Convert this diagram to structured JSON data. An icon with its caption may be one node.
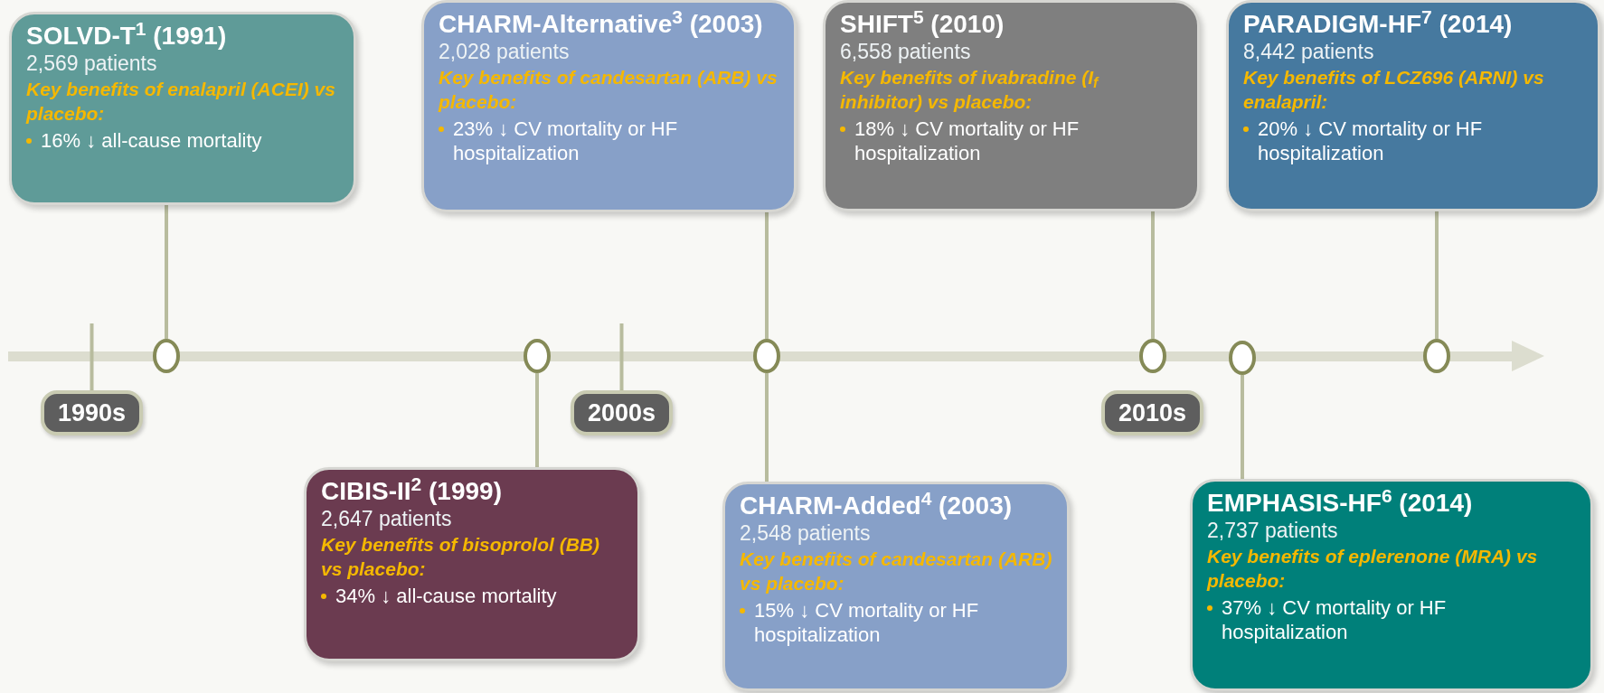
{
  "diagram": {
    "nodes": [
      {
        "text": [
          "SOLVD-T$^{1}$ (1991)",
          "2,569 patients",
          "Key benefits of enalapril (ACEI) vs placebo:",
          "16% ↓ all-cause mortality"
        ]
      },
      {
        "text": [
          "CIBIS-II$^{2}$ (1999)",
          "2,647 patients",
          "Key benefits of bisoprolol (BB) vs placebo:",
          "34% ↓ all-cause mortality"
        ]
      },
      {
        "text": [
          "CHARM-Alternative$^{3}$ (2003)",
          "2,028 patients",
          "Key benefits of candesartan (ARB) vs placebo:",
          "23% ↓ CV mortality or HF hospitalization"
        ]
      },
      {
        "text": [
          "CHARM-Added$^{4}$ (2003)",
          "2,548 patients",
          "Key benefits of candesartan (ARB) vs placebo:",
          "15% ↓ CV mortality or HF hospitalization"
        ]
      },
      {
        "text": [
          "SHIFT$^{5}$ (2010)",
          "6,558 patients",
          "Key benefits of ivabradine (I$_{f}$ inhibitor) vs placebo:",
          "18% ↓ CV mortality or HF hospitalization"
        ]
      },
      {
        "text": [
          "EMPHASIS-HF$^{6}$ (2014)",
          "2,737 patients",
          "Key benefits of eplerenone (MRA) vs placebo:",
          "37% ↓ CV mortality or HF hospitalization"
        ]
      },
      {
        "text": [
          "PARADIGM-HF$^{7}$ (2014)",
          "8,442 patients",
          "Key benefits of LCZ696 (ARNI) vs enalapril:",
          "20% ↓ CV mortality or HF hospitalization"
        ]
      },
      {
        "text": [],
        "shape": "circle"
      },
      {
        "text": [],
        "shape": "circle"
      },
      {
        "text": [],
        "shape": "circle"
      },
      {
        "text": [],
        "shape": "circle"
      },
      {
        "text": [],
        "shape": "circle"
      },
      {
        "text": [],
        "shape": "circle"
      },
      {
        "text": [
          "1990s"
        ]
      },
      {
        "text": [
          "2000s"
        ]
      },
      {
        "text": [
          "2010s"
        ]
      }
    ],
    "edges": [
      {
        "from": 0,
        "to": 7,
        "arrow": "none"
      },
      {
        "from": 1,
        "to": 8,
        "arrow": "none"
      },
      {
        "from": 2,
        "to": 9,
        "arrow": "none"
      },
      {
        "from": 3,
        "to": 9,
        "arrow": "none"
      },
      {
        "from": 4,
        "to": 10,
        "arrow": "none"
      },
      {
        "from": 5,
        "to": 11,
        "arrow": "none"
      },
      {
        "from": 6,
        "to": 12,
        "arrow": "none"
      }
    ]
  }
}
